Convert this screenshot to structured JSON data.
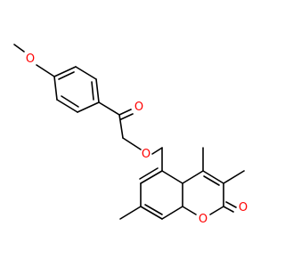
{
  "molecule": {
    "atoms": [
      {
        "id": "o_methoxy",
        "symbol": "O",
        "color": "#ff0000"
      },
      {
        "id": "o_ketone",
        "symbol": "O",
        "color": "#ff0000"
      },
      {
        "id": "o_ether",
        "symbol": "O",
        "color": "#ff0000"
      },
      {
        "id": "o_ring",
        "symbol": "O",
        "color": "#ff0000"
      },
      {
        "id": "o_lactone",
        "symbol": "O",
        "color": "#ff0000"
      }
    ],
    "bond_color": "#000000",
    "background": "#ffffff"
  }
}
